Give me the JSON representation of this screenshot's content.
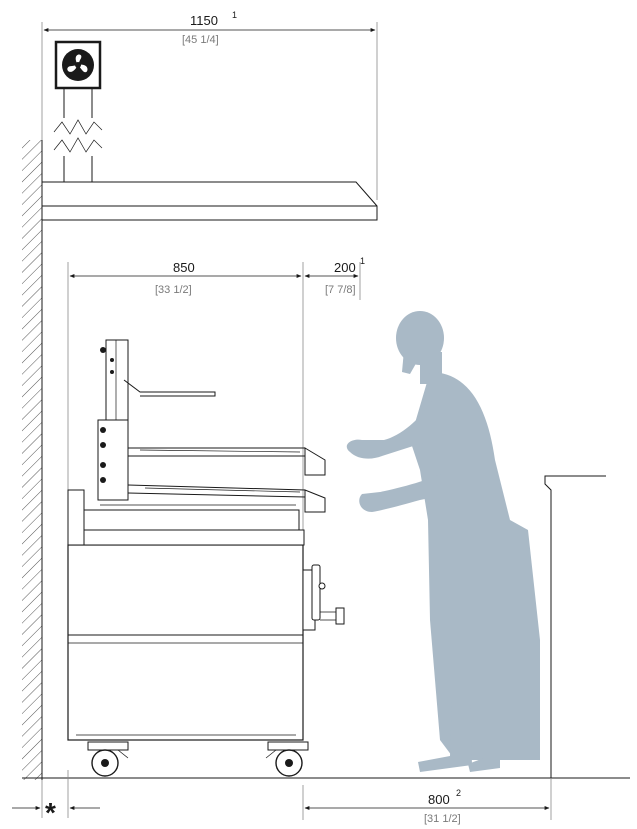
{
  "dimensions": {
    "hood_length": {
      "value": "1150",
      "note": "1",
      "inches": "[45 1/4]"
    },
    "appliance_depth": {
      "value": "850",
      "inches": "[33 1/2]"
    },
    "front_clearance": {
      "value": "200",
      "note": "1",
      "inches": "[7 7/8]"
    },
    "aisle_depth": {
      "value": "800",
      "note": "2",
      "inches": "[31 1/2]"
    },
    "wall_gap_marker": "*"
  },
  "colors": {
    "line": "#1a1a1a",
    "operator_silhouette": "#a9b9c6",
    "inch_text": "#7a7a7a",
    "wall_hatch": "#555555"
  },
  "icons": {
    "exhaust_fan": "fan-icon",
    "operator": "person-silhouette"
  }
}
